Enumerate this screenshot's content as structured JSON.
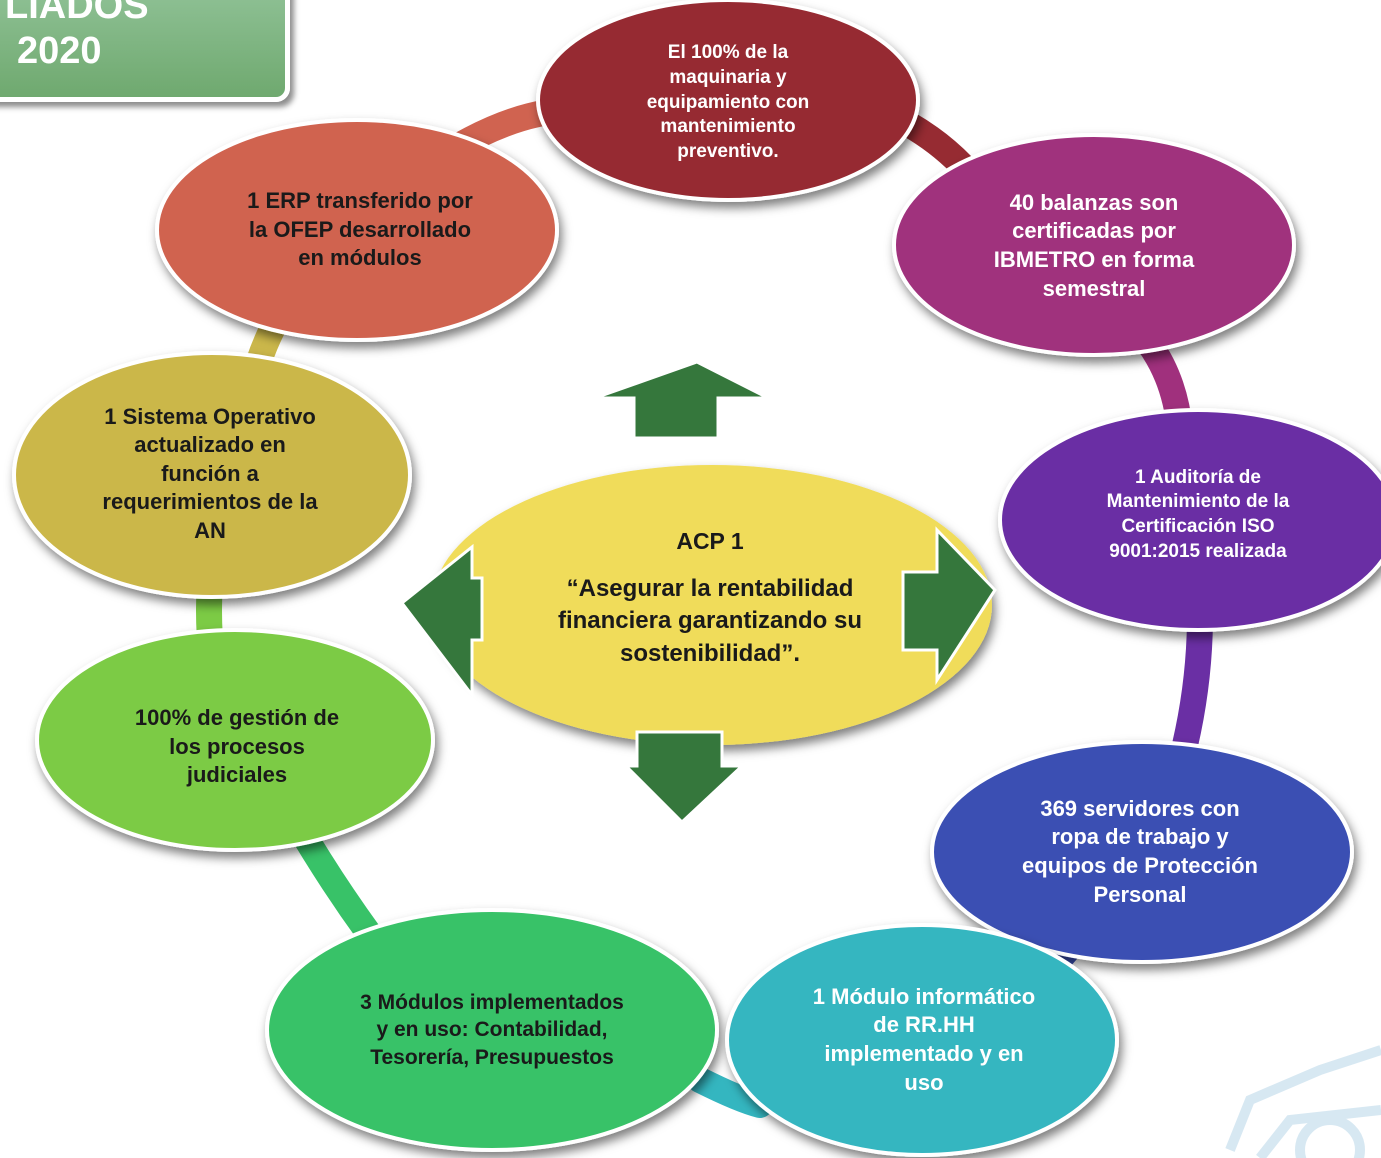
{
  "title": {
    "line1": "LIADOS",
    "line2": "2020"
  },
  "center": {
    "label": "ACP 1",
    "text": "“Asegurar la rentabilidad\nfinanciera garantizando su\nsostenibilidad”."
  },
  "nodes": [
    {
      "id": "maquinaria",
      "text": "El 100% de la\nmaquinaria y\nequipamiento con\nmantenimiento\npreventivo.",
      "color": "#962b32"
    },
    {
      "id": "balanzas",
      "text": "40 balanzas son\ncertificadas por\nIBMETRO en forma\nsemestral",
      "color": "#a0307d"
    },
    {
      "id": "auditoria",
      "text": "1 Auditoría de\nMantenimiento de la\nCertificación ISO\n9001:2015 realizada",
      "color": "#6a2fa4"
    },
    {
      "id": "servidores",
      "text": "369 servidores con\nropa de trabajo y\nequipos de Protección\nPersonal",
      "color": "#3a4fb3"
    },
    {
      "id": "rrhh",
      "text": "1 Módulo informático\nde RR.HH\nimplementado y en\nuso",
      "color": "#34b6c0"
    },
    {
      "id": "modulos",
      "text": "3 Módulos implementados\ny en uso: Contabilidad,\nTesorería, Presupuestos",
      "color": "#38c268"
    },
    {
      "id": "judiciales",
      "text": "100% de gestión de\nlos procesos\njudiciales",
      "color": "#7ccb45"
    },
    {
      "id": "sistema",
      "text": "1 Sistema Operativo\nactualizado en\nfunción a\nrequerimientos de la\nAN",
      "color": "#cbb74a"
    },
    {
      "id": "erp",
      "text": "1 ERP transferido por\nla OFEP desarrollado\nen módulos",
      "color": "#d06350"
    }
  ],
  "colors": {
    "center": "#f0dc5a",
    "arrow": "#35773c",
    "title_bg": "#7bb27b"
  }
}
